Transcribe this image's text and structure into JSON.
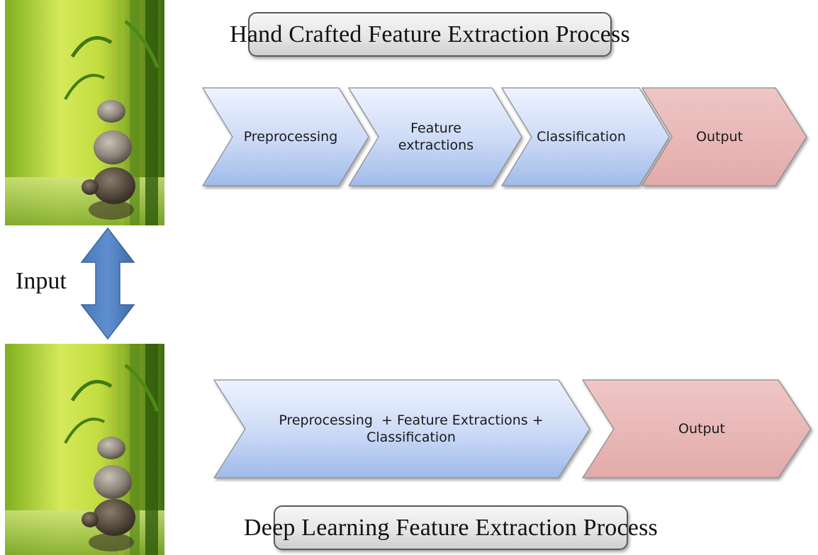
{
  "diagram": {
    "top_title": "Hand Crafted Feature Extraction Process",
    "bottom_title": "Deep Learning Feature Extraction Process",
    "input_label": "Input",
    "handcrafted_steps": [
      {
        "line1": "Preprocessing",
        "line2": ""
      },
      {
        "line1": "Feature",
        "line2": "extractions"
      },
      {
        "line1": "Classification",
        "line2": ""
      },
      {
        "line1": "Output",
        "line2": ""
      }
    ],
    "deep_steps": [
      {
        "line1": "Preprocessing  + Feature Extractions +",
        "line2": "Classification"
      },
      {
        "line1": "Output",
        "line2": ""
      }
    ]
  },
  "colors": {
    "step_blue_light": "#e6efff",
    "step_blue_dark": "#a9c3ee",
    "step_output": "#e8b5b5",
    "arrow_blue": "#4f7fc0",
    "arrow_blue_edge": "#3a659f"
  },
  "images": {
    "top_image": "bamboo-stones-photo",
    "bottom_image": "bamboo-stones-photo"
  },
  "icons": {
    "input_arrow": "double-arrow-vertical-icon"
  }
}
